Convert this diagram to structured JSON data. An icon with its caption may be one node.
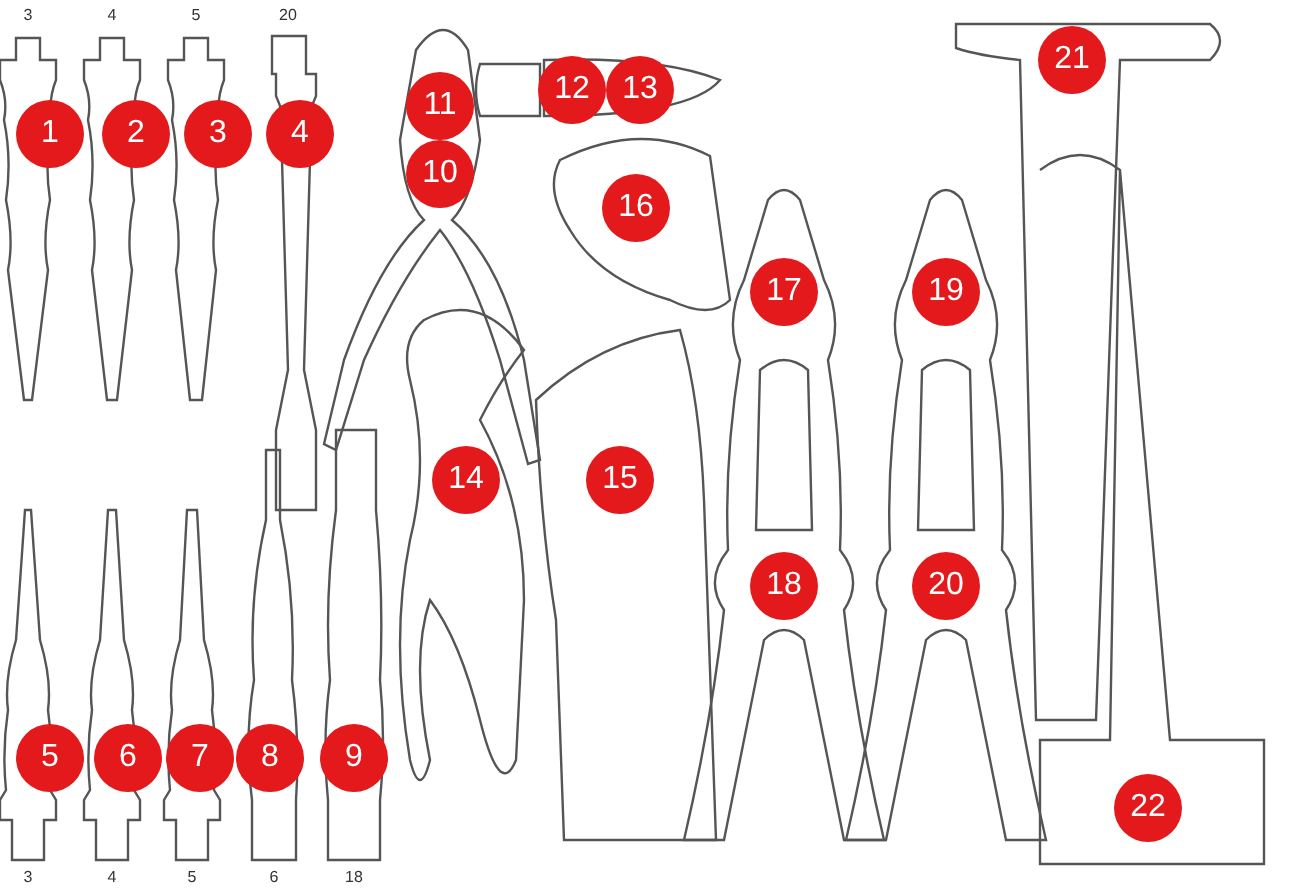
{
  "diagram": {
    "labels": [
      "3",
      "4",
      "5",
      "20",
      "1",
      "2",
      "3",
      "4",
      "11",
      "12",
      "13",
      "21",
      "10",
      "16",
      "17",
      "19",
      "14",
      "15",
      "18",
      "20",
      "5",
      "6",
      "7",
      "8",
      "9",
      "22",
      "3",
      "4",
      "5",
      "6",
      "18"
    ]
  }
}
